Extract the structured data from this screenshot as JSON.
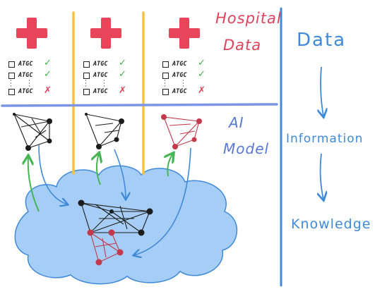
{
  "hospital_label": [
    "Hospital",
    "Data"
  ],
  "ai_label": [
    "AI",
    "Model"
  ],
  "pipeline": {
    "data": "Data",
    "information": "Information",
    "knowledge": "Knowledge"
  },
  "hospitals": [
    {
      "rows": [
        {
          "seq": "ATGC",
          "mark": "✓"
        },
        {
          "seq": "ATGC",
          "mark": "✓"
        },
        {
          "seq": "ATGC",
          "mark": "✗"
        }
      ]
    },
    {
      "rows": [
        {
          "seq": "ATGC",
          "mark": "✓"
        },
        {
          "seq": "ATGC",
          "mark": "✓"
        },
        {
          "seq": "ATGC",
          "mark": "✗"
        }
      ]
    },
    {
      "rows": [
        {
          "seq": "ATGC",
          "mark": "✓"
        },
        {
          "seq": "ATGC",
          "mark": "✓"
        },
        {
          "seq": "ATGC",
          "mark": "✗"
        }
      ]
    }
  ],
  "colors": {
    "cross_red": "#e8455a",
    "divider_yellow": "#f5c242",
    "line_blue": "#7b95e4",
    "pipeline_blue": "#3f8ad9",
    "arrow_green": "#46b655",
    "cloud_fill": "#a6cdf5",
    "graph_black": "#1d1d1d",
    "graph_red": "#c23a4c"
  }
}
